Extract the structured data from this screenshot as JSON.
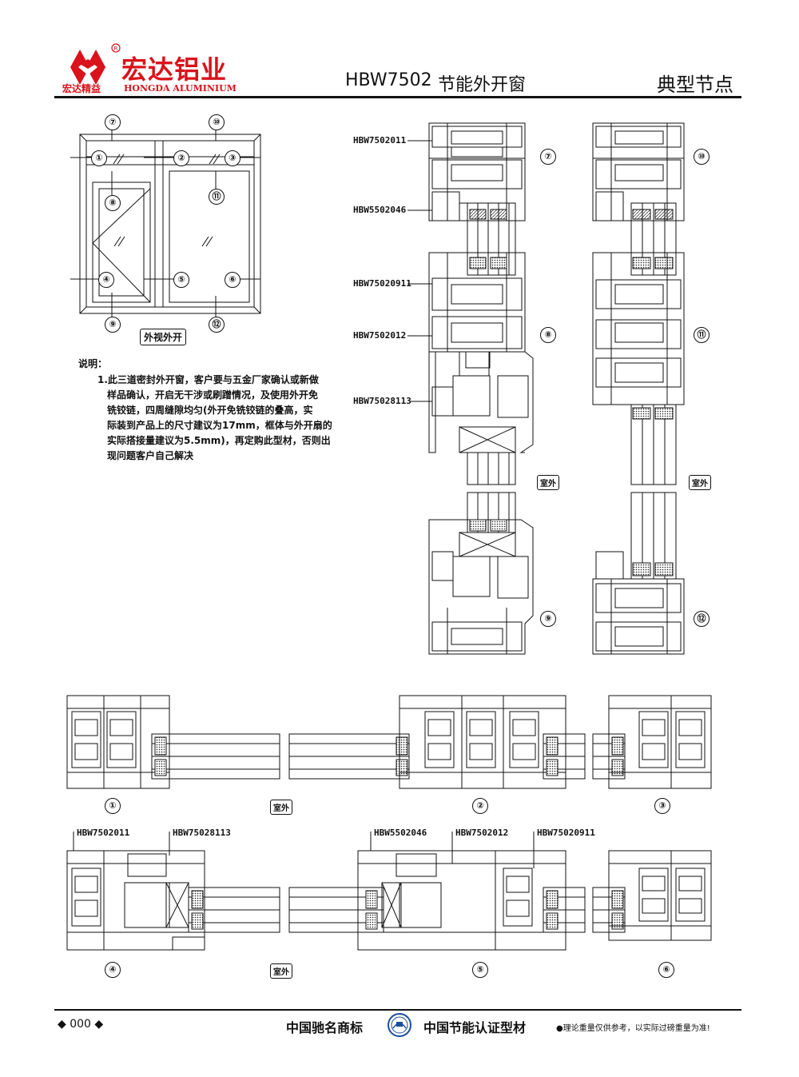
{
  "header": {
    "logo_text": "宏达铝业",
    "logo_slogan": "宏达精益",
    "logo_en": "HONGDA ALUMINIUM",
    "model": "HBW7502",
    "product_name": "节能外开窗",
    "section_title": "典型节点"
  },
  "elevation": {
    "markers": [
      "⑦",
      "⑩",
      "①",
      "②",
      "③",
      "⑧",
      "⑪",
      "④",
      "⑤",
      "⑥",
      "⑨",
      "⑫"
    ],
    "caption": "外视外开"
  },
  "notes": {
    "heading": "说明：",
    "line1": "1.此三道密封外开窗，客户要与五金厂家确认或新做",
    "line2": "样品确认，开启无干涉或刷蹭情况，及使用外开免",
    "line3": "铣铰链，四周缝隙均匀(外开免铣铰链的叠高，实",
    "line4": "际装到产品上的尺寸建议为17mm，框体与外开扇的",
    "line5": "实际搭接量建议为5.5mm)，再定购此型材，否则出",
    "line6": "现问题客户自己解决"
  },
  "vertical_sections": {
    "labels": {
      "a": "HBW7502011",
      "b": "HBW5502046",
      "c": "HBW75020911",
      "d": "HBW7502012",
      "e": "HBW75028113"
    },
    "numbers": {
      "n7": "⑦",
      "n10": "⑩",
      "n8": "⑧",
      "n11": "⑪",
      "n9": "⑨",
      "n12": "⑫"
    },
    "outside_tag": "室外"
  },
  "horizontal_sections": {
    "row1_numbers": {
      "n1": "①",
      "n2": "②",
      "n3": "③"
    },
    "row2_numbers": {
      "n4": "④",
      "n5": "⑤",
      "n6": "⑥"
    },
    "outside_tag": "室外",
    "labels": {
      "a": "HBW7502011",
      "b": "HBW75028113",
      "c": "HBW5502046",
      "d": "HBW7502012",
      "e": "HBW75020911"
    }
  },
  "footer": {
    "page": "◆ 000 ◆",
    "trademark": "中国驰名商标",
    "certified": "中国节能认证型材",
    "disclaimer": "●理论重量仅供参考，以实际过磅重量为准!"
  }
}
